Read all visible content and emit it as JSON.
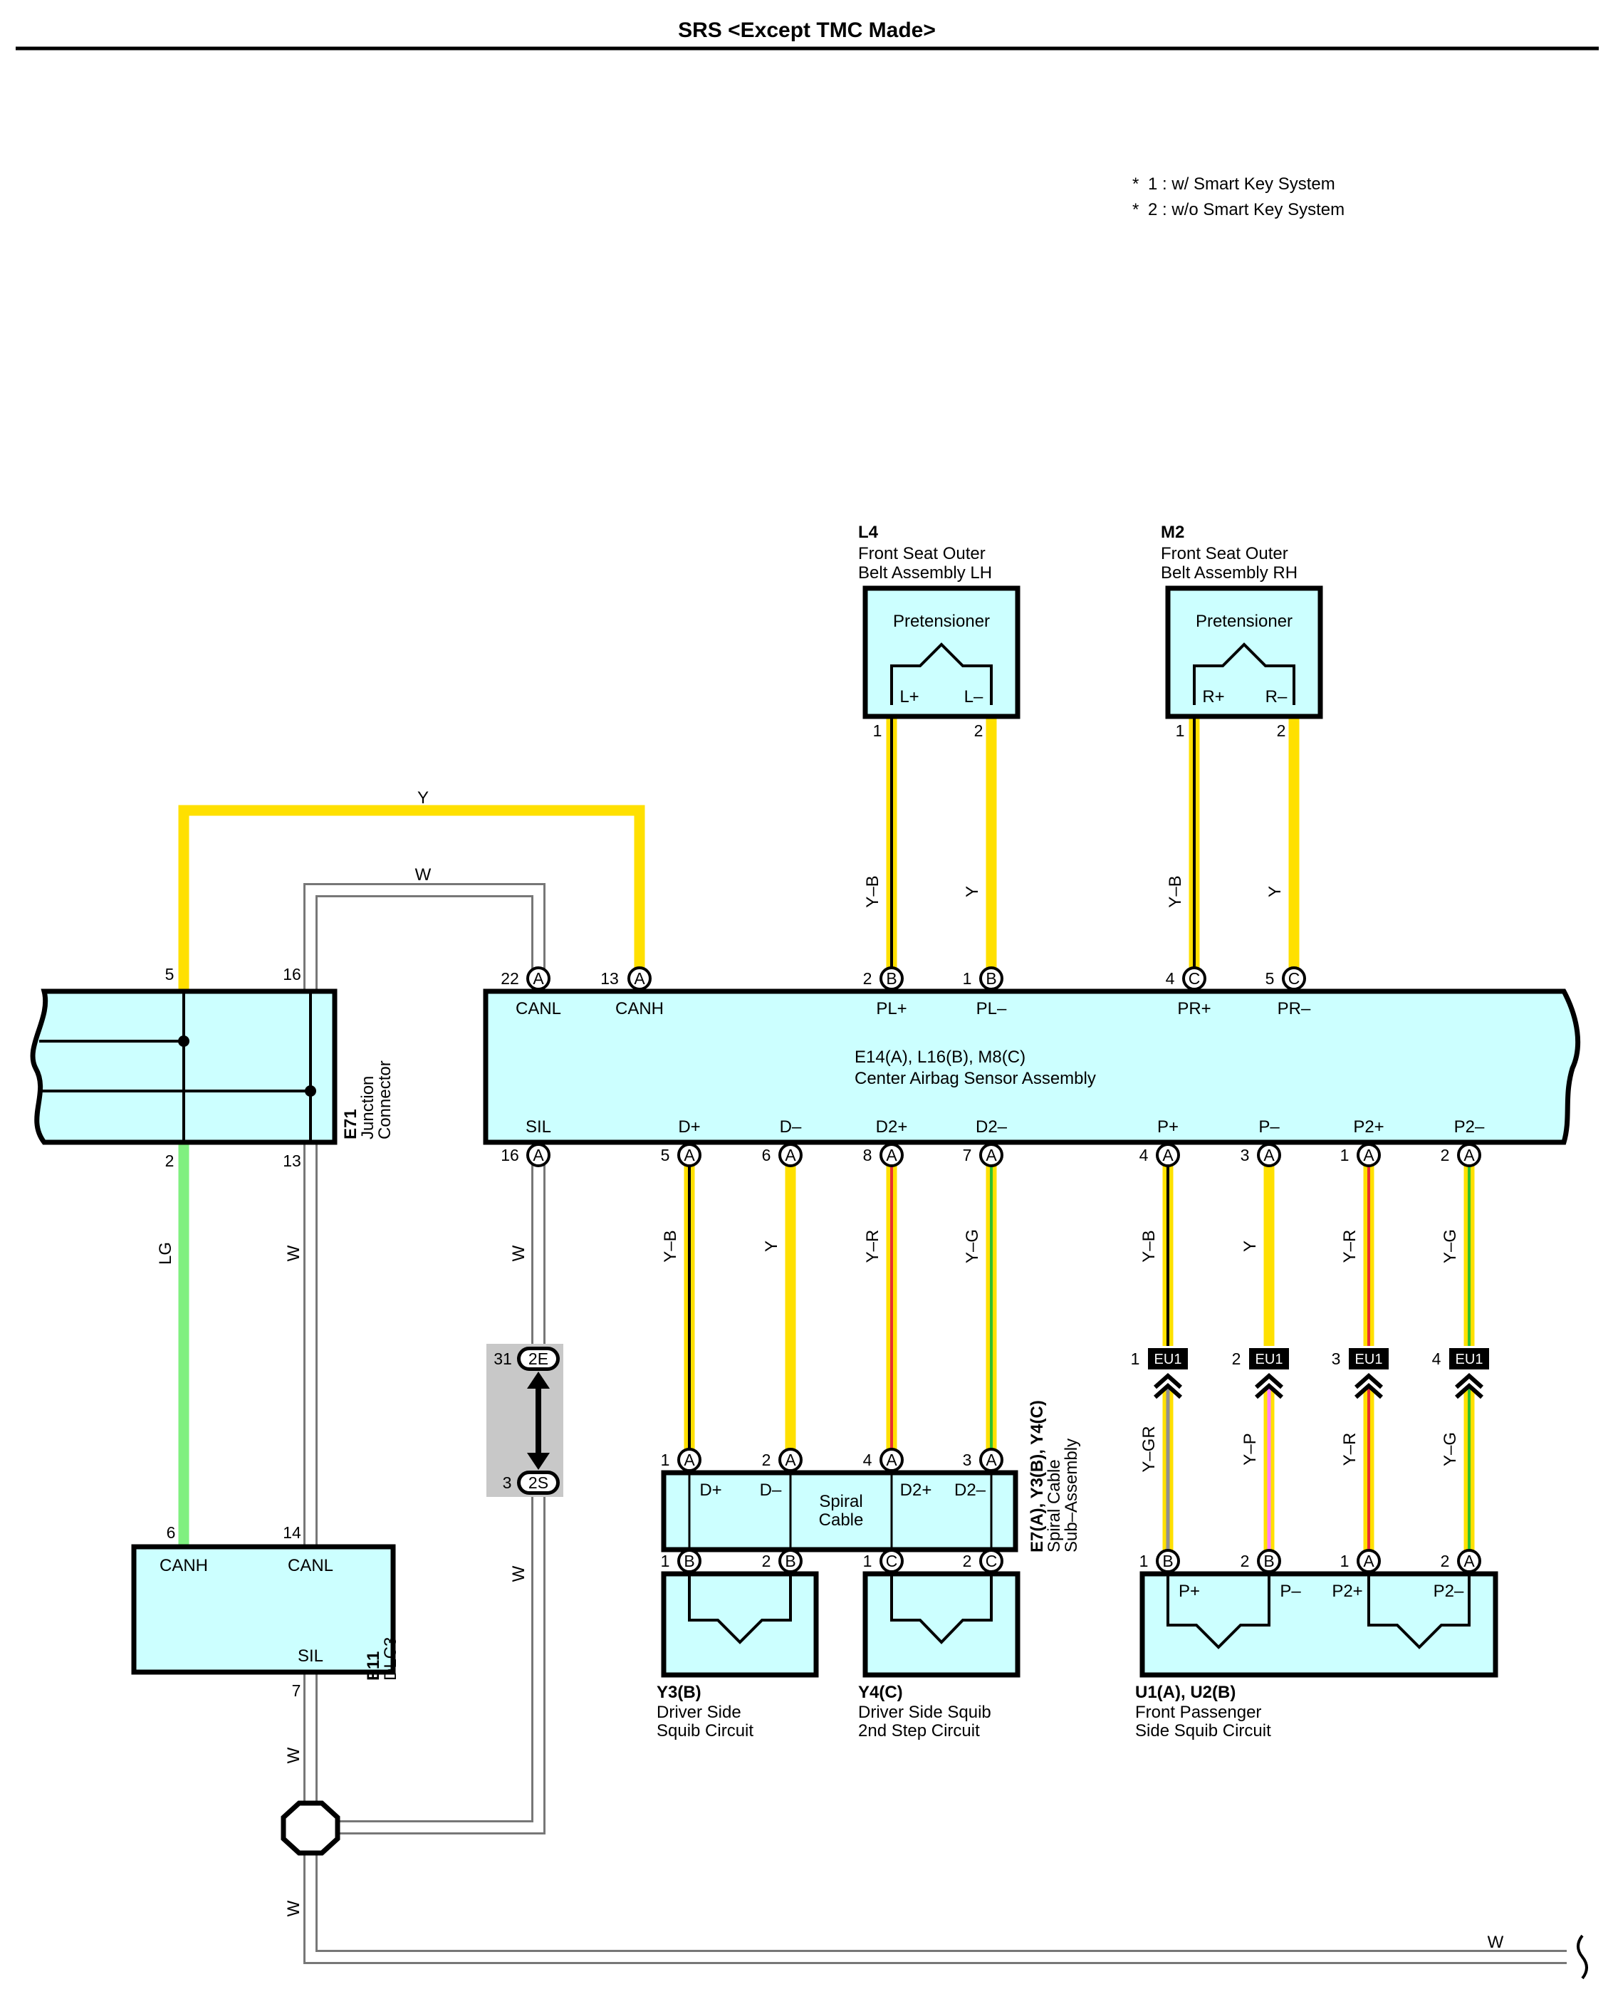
{
  "title": "SRS <Except TMC Made>",
  "notes": [
    "1 : w/ Smart Key System",
    "2 : w/o Smart Key System"
  ],
  "colors": {
    "box_fill": "#ccffff",
    "Y": "#ffe000",
    "LG": "#80f080",
    "W": "#ffffff",
    "B": "#000000",
    "R": "#e83030",
    "G": "#30c030",
    "GR": "#909090",
    "P": "#ff80ff",
    "bridge": "#c8c8c8"
  },
  "components": {
    "e71": {
      "code": "E71",
      "name1": "Junction",
      "name2": "Connector"
    },
    "e11": {
      "code": "E11",
      "name": "DLC3",
      "pins": {
        "canh": "CANH",
        "canl": "CANL",
        "sil": "SIL"
      }
    },
    "ecu": {
      "code": "E14(A), L16(B), M8(C)",
      "name": "Center Airbag Sensor Assembly",
      "top_pins": [
        "CANL",
        "CANH",
        "PL+",
        "PL–",
        "PR+",
        "PR–"
      ],
      "bottom_pins": [
        "SIL",
        "D+",
        "D–",
        "D2+",
        "D2–",
        "P+",
        "P–",
        "P2+",
        "P2–"
      ]
    },
    "l4": {
      "code": "L4",
      "name1": "Front Seat Outer",
      "name2": "Belt Assembly LH",
      "inner": "Pretensioner",
      "pin_a": "L+",
      "pin_b": "L–"
    },
    "m2": {
      "code": "M2",
      "name1": "Front Seat Outer",
      "name2": "Belt Assembly RH",
      "inner": "Pretensioner",
      "pin_a": "R+",
      "pin_b": "R–"
    },
    "spiral": {
      "code": "E7(A), Y3(B), Y4(C)",
      "name1": "Spiral Cable",
      "name2": "Sub–Assembly",
      "inner1": "Spiral",
      "inner2": "Cable",
      "pins": [
        "D+",
        "D–",
        "D2+",
        "D2–"
      ]
    },
    "y3": {
      "code": "Y3(B)",
      "name1": "Driver Side",
      "name2": "Squib Circuit"
    },
    "y4": {
      "code": "Y4(C)",
      "name1": "Driver Side Squib",
      "name2": "2nd Step Circuit"
    },
    "u1": {
      "code": "U1(A), U2(B)",
      "name1": "Front Passenger",
      "name2": "Side Squib Circuit",
      "pins": [
        "P+",
        "P–",
        "P2+",
        "P2–"
      ]
    }
  },
  "wires": {
    "canh_loop": "Y",
    "canl_loop": "W",
    "e71_to_dlc": "LG",
    "w": "W",
    "l4_1": "Y–B",
    "l4_2": "Y",
    "m2_1": "Y–B",
    "m2_2": "Y",
    "d_plus": "Y–B",
    "d_minus": "Y",
    "d2_plus": "Y–R",
    "d2_minus": "Y–G",
    "p_plus": "Y–B",
    "p_minus": "Y",
    "p2_plus": "Y–R",
    "p2_minus": "Y–G",
    "u_p_plus": "Y–GR",
    "u_p_minus": "Y–P",
    "u_p2_plus": "Y–R",
    "u_p2_minus": "Y–G"
  },
  "pins": {
    "e71_5": "5",
    "e71_16": "16",
    "e71_2": "2",
    "e71_13": "13",
    "dlc_6": "6",
    "dlc_14": "14",
    "dlc_7": "7",
    "ecu_22": "22",
    "ecu_13": "13",
    "ecu_2": "2",
    "ecu_1": "1",
    "ecu_4": "4",
    "ecu_5": "5",
    "ecu_16": "16",
    "ecu_b5": "5",
    "ecu_b6": "6",
    "ecu_b8": "8",
    "ecu_b7": "7",
    "ecu_c4": "4",
    "ecu_c3": "3",
    "ecu_c1": "1",
    "ecu_c2": "2",
    "l4_1": "1",
    "l4_2": "2",
    "m2_1": "1",
    "m2_2": "2",
    "sp_1": "1",
    "sp_2": "2",
    "sp_4": "4",
    "sp_3": "3",
    "y3_1": "1",
    "y3_2": "2",
    "y4_1": "1",
    "y4_2": "2",
    "u_1": "1",
    "u_2": "2",
    "u_3": "1",
    "u_4": "2",
    "eu_1": "1",
    "eu_2": "2",
    "eu_3": "3",
    "eu_4": "4",
    "bridge_top": "31",
    "bridge_bot": "3"
  },
  "connector_letters": {
    "A": "A",
    "B": "B",
    "C": "C"
  },
  "inline": {
    "eu1": "EU1",
    "j2e": "2E",
    "j2s": "2S"
  }
}
